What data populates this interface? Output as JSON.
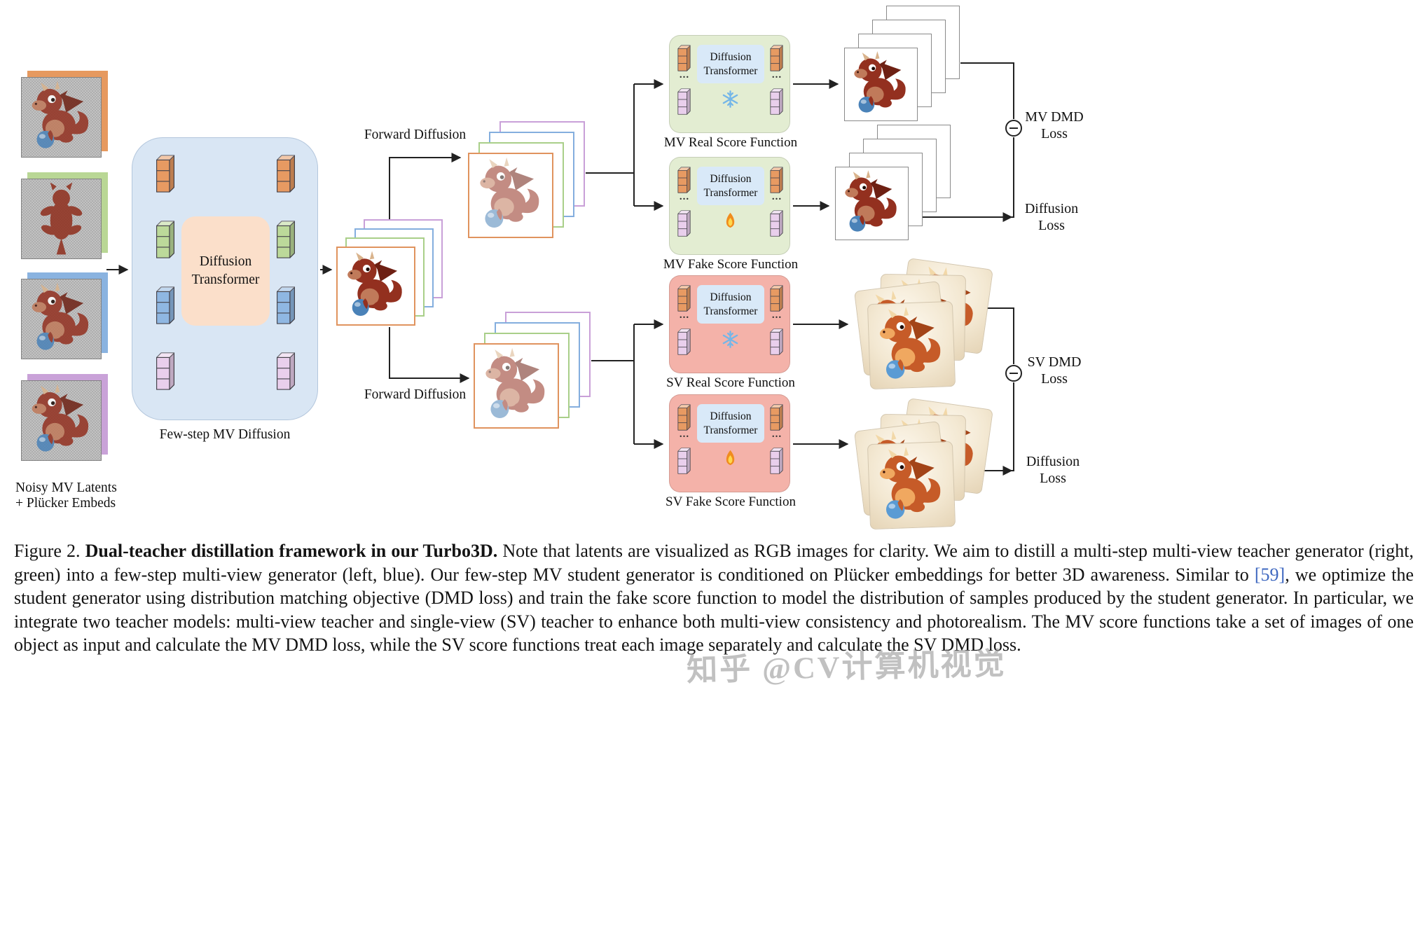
{
  "figure": {
    "inputs_caption": [
      "Noisy MV Latents",
      "+ Plücker Embeds"
    ],
    "student_box_label": "Few-step MV Diffusion",
    "diffusion_transformer": [
      "Diffusion",
      "Transformer"
    ],
    "forward_diffusion_top": "Forward Diffusion",
    "forward_diffusion_bottom": "Forward Diffusion",
    "ellipsis": "...",
    "score_functions": [
      {
        "label": "MV Real Score Function",
        "state": "frozen"
      },
      {
        "label": "MV Fake Score Function",
        "state": "trainable"
      },
      {
        "label": "SV Real Score Function",
        "state": "frozen"
      },
      {
        "label": "SV Fake Score Function",
        "state": "trainable"
      }
    ],
    "losses": {
      "mv_dmd": [
        "MV DMD",
        "Loss"
      ],
      "mv_diffusion": [
        "Diffusion",
        "Loss"
      ],
      "sv_dmd": [
        "SV DMD",
        "Loss"
      ],
      "sv_diffusion": [
        "Diffusion",
        "Loss"
      ]
    },
    "icons": {
      "frozen": "snowflake",
      "trainable": "flame",
      "difference": "circled-minus"
    }
  },
  "caption": {
    "prefix": "Figure 2. ",
    "bold": "Dual-teacher distillation framework in our Turbo3D. ",
    "body1": "Note that latents are visualized as RGB images for clarity. We aim to distill a multi-step multi-view teacher generator (right, green) into a few-step multi-view generator (left, blue). Our few-step MV student generator is conditioned on Plücker embeddings for better 3D awareness. Similar to ",
    "ref": "[59]",
    "body2": ", we optimize the student generator using distribution matching objective (DMD loss) and train the fake score function to model the distribution of samples produced by the student generator. In particular, we integrate two teacher models: multi-view teacher and single-view (SV) teacher to enhance both multi-view consistency and photorealism. The MV score functions take a set of images of one object as input and calculate the MV DMD loss, while the SV score functions treat each image separately and calculate the SV DMD loss."
  },
  "watermark": "知乎 @CV计算机视觉",
  "colors": {
    "view_orange": "#e6995f",
    "view_green": "#b9d795",
    "view_blue": "#8ab3e0",
    "view_purple": "#c9a2d8",
    "student_box_blue": "#d9e6f4",
    "transformer_peach": "#fbdfca",
    "teacher_green": "#e3edd2",
    "teacher_pink": "#f4b2a9",
    "inner_blue": "#d9e9f8",
    "arrow": "#222222",
    "citation_blue": "#3f68c0"
  }
}
